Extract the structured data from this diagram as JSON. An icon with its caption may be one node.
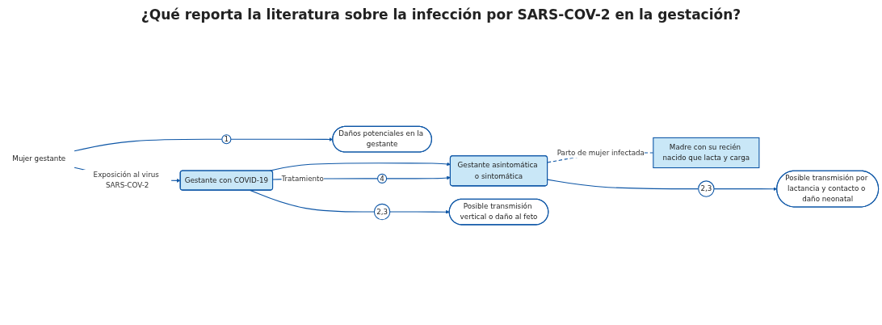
{
  "diagram": {
    "title": "¿Qué reporta la literatura sobre la infección por SARS-COV-2 en la gestación?",
    "nodes": [
      {
        "text": [
          "Mujer gestante"
        ]
      },
      {
        "text": [
          "Gestante con COVID-19"
        ]
      },
      {
        "text": [
          "Gestante asintomática o sintomática"
        ]
      },
      {
        "text": [
          "Madre con su recién nacido que lacta y carga"
        ]
      },
      {
        "text": [
          "1"
        ]
      },
      {
        "text": [
          "Daños potenciales en la gestante"
        ]
      },
      {
        "text": [
          "2,3"
        ]
      },
      {
        "text": [
          "Posible transmisión vertical o daño al feto"
        ]
      },
      {
        "text": [
          "4"
        ]
      },
      {
        "text": [
          "2,3"
        ]
      },
      {
        "text": [
          "Posible transmisión por lactancia y contacto o daño neonatal"
        ]
      }
    ],
    "edges": [
      {
        "from": 0,
        "to": 1,
        "arrow": "to",
        "label": "Exposición al virus SARS-COV-2"
      },
      {
        "from": 0,
        "to": 4,
        "arrow": "none"
      },
      {
        "from": 4,
        "to": 5,
        "arrow": "to"
      },
      {
        "from": 1,
        "to": 2,
        "arrow": "to"
      },
      {
        "from": 1,
        "to": 8,
        "arrow": "none",
        "label": "Tratamiento"
      },
      {
        "from": 8,
        "to": 2,
        "arrow": "to"
      },
      {
        "from": 1,
        "to": 6,
        "arrow": "none"
      },
      {
        "from": 6,
        "to": 7,
        "arrow": "to"
      },
      {
        "from": 2,
        "to": 3,
        "arrow": "none",
        "style": "dashed",
        "label": "Parto de mujer infectada"
      },
      {
        "from": 2,
        "to": 9,
        "arrow": "none"
      },
      {
        "from": 9,
        "to": 10,
        "arrow": "to"
      }
    ]
  }
}
